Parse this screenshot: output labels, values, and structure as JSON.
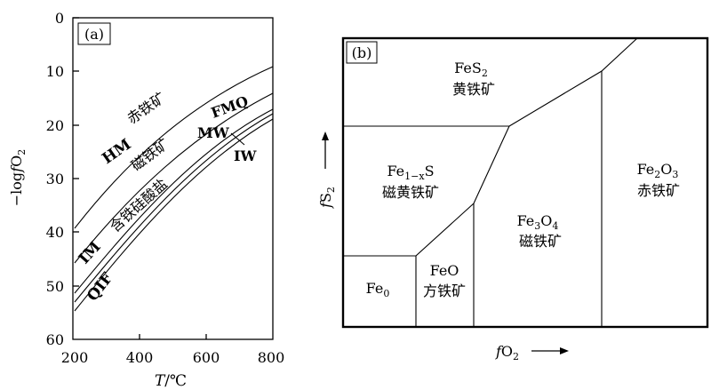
{
  "panel_a": {
    "tag": "(a)",
    "ylabel_prefix": "−log",
    "ylabel_var": "f",
    "ylabel_suffix": "O",
    "ylabel_sub": "2",
    "xlabel_var": "T",
    "xlabel_unit": "/℃",
    "x_ticks": [
      "200",
      "400",
      "600",
      "800"
    ],
    "y_ticks": [
      "0",
      "10",
      "20",
      "30",
      "40",
      "50",
      "60"
    ],
    "region_labels": {
      "hematite": "赤铁矿",
      "magnetite": "磁铁矿",
      "silicate": "含铁硅酸盐"
    },
    "buffers": {
      "hm": "HM",
      "fmq": "FMQ",
      "mw": "MW",
      "iw": "IW",
      "im": "IM",
      "qif": "QIF"
    }
  },
  "panel_b": {
    "tag": "(b)",
    "fields": {
      "fes2_formula": "FeS",
      "fes2_sub": "2",
      "fes2_name": "黄铁矿",
      "fe1xs_formula_a": "Fe",
      "fe1xs_sub": "1−x",
      "fe1xs_formula_b": "S",
      "fe1xs_name": "磁黄铁矿",
      "fe3o4_a": "Fe",
      "fe3o4_sub1": "3",
      "fe3o4_b": "O",
      "fe3o4_sub2": "4",
      "fe3o4_name": "磁铁矿",
      "fe2o3_a": "Fe",
      "fe2o3_sub1": "2",
      "fe2o3_b": "O",
      "fe2o3_sub2": "3",
      "fe2o3_name": "赤铁矿",
      "feo_formula": "FeO",
      "feo_name": "方铁矿",
      "fe0_a": "Fe",
      "fe0_sub": "0"
    },
    "yaxis_var": "f",
    "yaxis_s": "S",
    "yaxis_sub": "2",
    "xaxis_var": "f",
    "xaxis_o": "O",
    "xaxis_sub": "2"
  }
}
